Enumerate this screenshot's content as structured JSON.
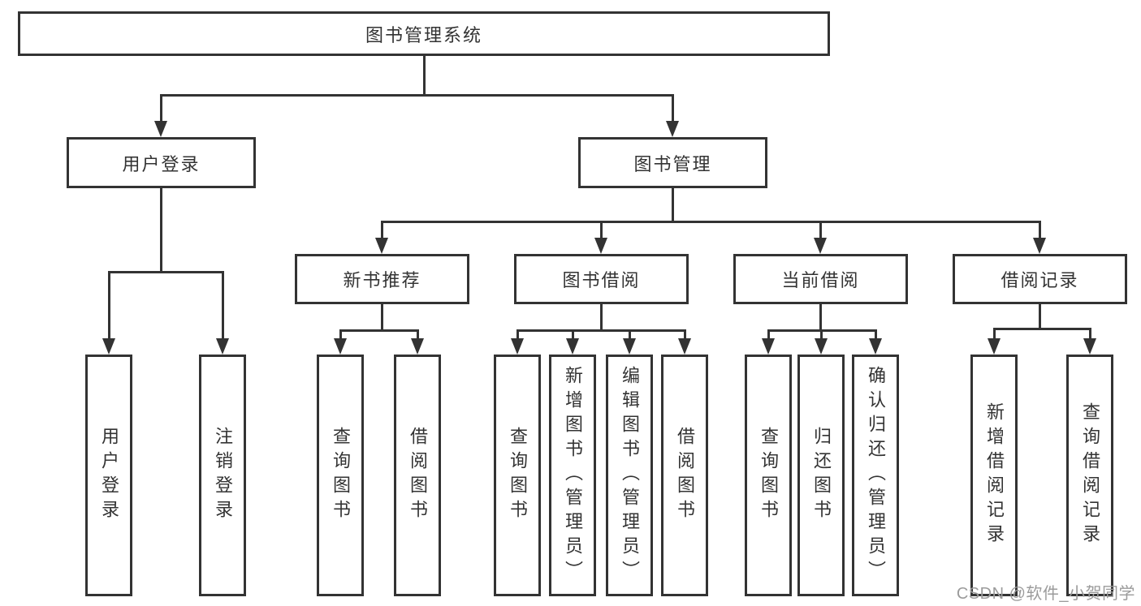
{
  "diagram": {
    "root": {
      "label": "图书管理系统"
    },
    "branches": [
      {
        "label": "用户登录",
        "children": [
          {
            "label": "用户登录"
          },
          {
            "label": "注销登录"
          }
        ]
      },
      {
        "label": "图书管理",
        "children": [
          {
            "label": "新书推荐",
            "children": [
              {
                "label": "查询图书"
              },
              {
                "label": "借阅图书"
              }
            ]
          },
          {
            "label": "图书借阅",
            "children": [
              {
                "label": "查询图书"
              },
              {
                "label": "新增图书（管理员）"
              },
              {
                "label": "编辑图书（管理员）"
              },
              {
                "label": "借阅图书"
              }
            ]
          },
          {
            "label": "当前借阅",
            "children": [
              {
                "label": "查询图书"
              },
              {
                "label": "归还图书"
              },
              {
                "label": "确认归还（管理员）"
              }
            ]
          },
          {
            "label": "借阅记录",
            "children": [
              {
                "label": "新增借阅记录"
              },
              {
                "label": "查询借阅记录"
              }
            ]
          }
        ]
      }
    ]
  },
  "watermark": {
    "text": "CSDN @软件_小贺同学"
  },
  "colors": {
    "line": "#333333",
    "text": "#333333",
    "watermark": "#9b9b9b",
    "background": "#ffffff"
  }
}
